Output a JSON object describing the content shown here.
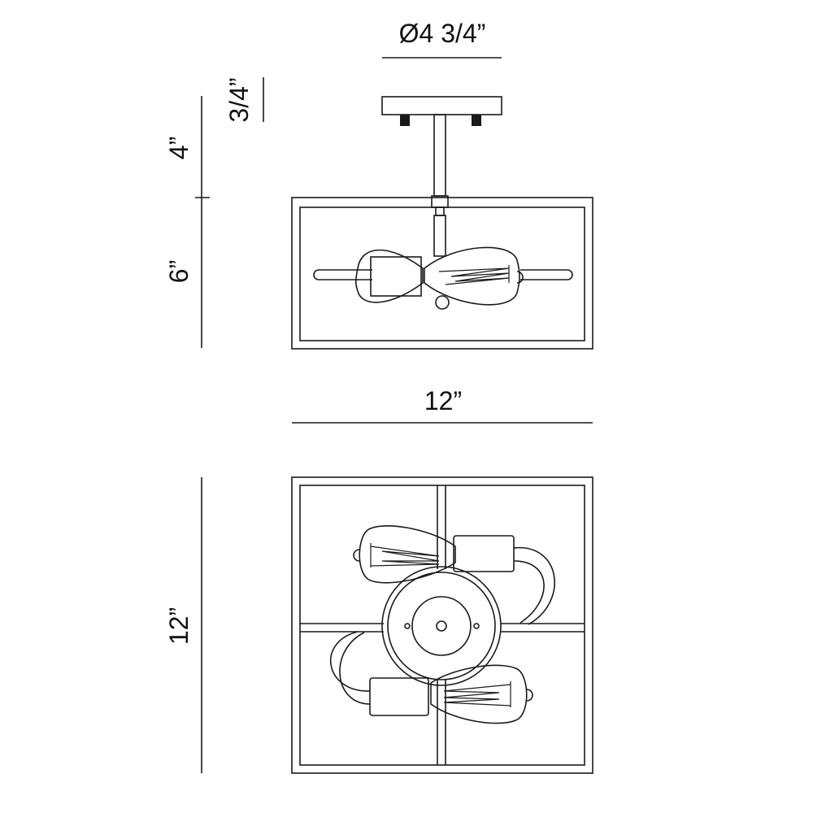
{
  "dimensions": {
    "canopy_diameter": "Ø4 3/4”",
    "canopy_height": "3/4”",
    "stem_height": "4”",
    "body_height": "6”",
    "body_width": "12”",
    "body_depth": "12”"
  },
  "colors": {
    "line": "#1a1a1a",
    "background": "#ffffff"
  }
}
